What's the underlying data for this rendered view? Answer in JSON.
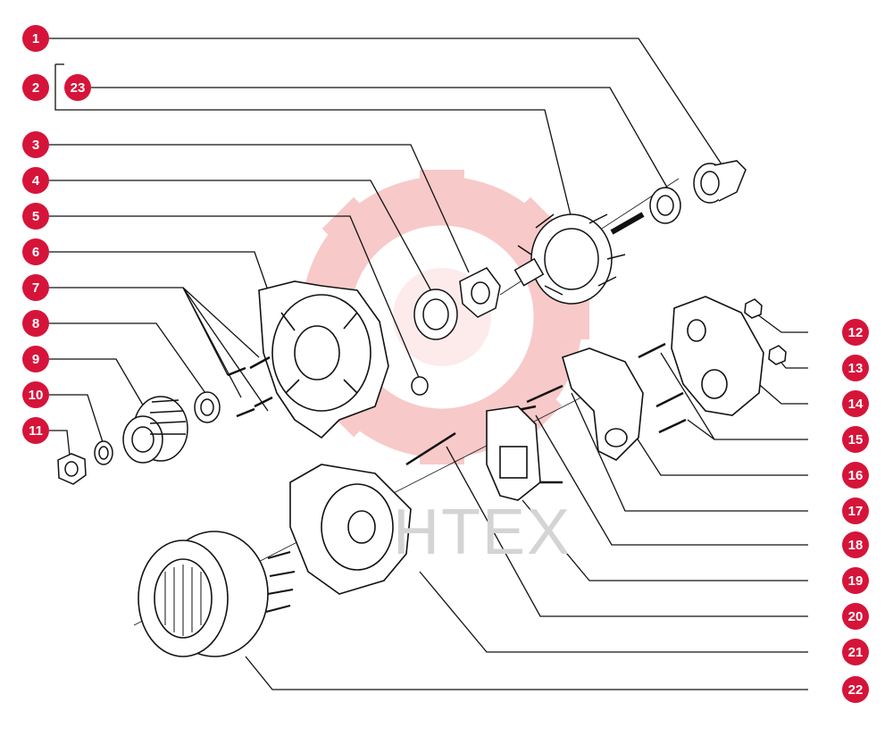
{
  "colors": {
    "callout": "#d6143a",
    "line": "#111111",
    "watermark": "#f3b0b0"
  },
  "callouts": [
    {
      "num": "1"
    },
    {
      "num": "2"
    },
    {
      "num": "23"
    },
    {
      "num": "3"
    },
    {
      "num": "4"
    },
    {
      "num": "5"
    },
    {
      "num": "6"
    },
    {
      "num": "7"
    },
    {
      "num": "8"
    },
    {
      "num": "9"
    },
    {
      "num": "10"
    },
    {
      "num": "11"
    },
    {
      "num": "12"
    },
    {
      "num": "13"
    },
    {
      "num": "14"
    },
    {
      "num": "15"
    },
    {
      "num": "16"
    },
    {
      "num": "17"
    },
    {
      "num": "18"
    },
    {
      "num": "19"
    },
    {
      "num": "20"
    },
    {
      "num": "21"
    },
    {
      "num": "22"
    }
  ],
  "watermark": {
    "text": "НТЕХ",
    "icon": "gear-logo-icon"
  }
}
